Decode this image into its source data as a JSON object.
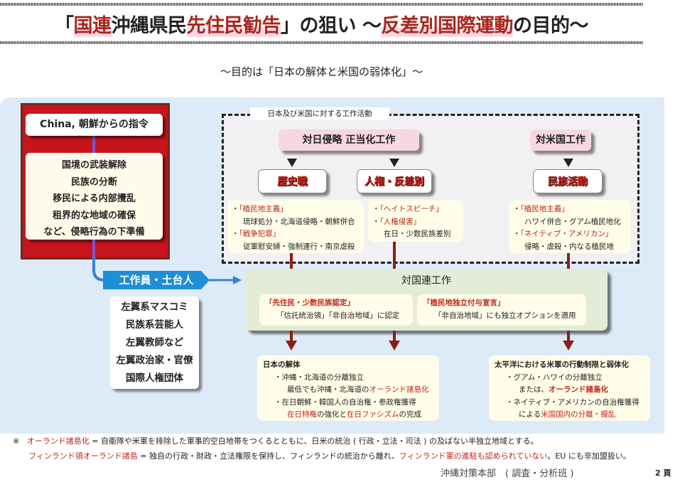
{
  "title": {
    "p1": "「",
    "p2": "国連",
    "p3": "沖縄県民",
    "p4": "先住民勧告",
    "p5": "」の狙い ～",
    "p6": "反差別国際運動",
    "p7": "の目的～"
  },
  "subtitle": "～目的は「日本の解体と米国の弱体化」～",
  "left": {
    "command": "China, 朝鮮からの指令",
    "items": [
      "国境の武装解除",
      "民族の分断",
      "移民による内部攪乱",
      "租界的な地域の確保",
      "など、侵略行為の下準備"
    ],
    "agent_label": "工作員・土台人",
    "agents": [
      "左翼系マスコミ",
      "民族系芸能人",
      "左翼教師など",
      "左翼政治家・官僚",
      "国際人権団体"
    ]
  },
  "ops": {
    "label": "日本及び米国に対する工作活動",
    "japan": "対日侵略 正当化工作",
    "us": "対米国工作",
    "cats": [
      "歴史戦",
      "人権・反差別",
      "民族活動"
    ],
    "history": {
      "k1": "「植民地主義」",
      "d1": "琉球処分・北海道侵略・朝鮮併合",
      "k2": "「戦争犯罪」",
      "d2": "従軍慰安婦・強制連行・南京虐殺"
    },
    "rights": {
      "k1": "「ヘイトスピーチ」",
      "k2": "「人権侵害」",
      "d2": "在日・少数民族差別"
    },
    "ethnic": {
      "k1": "「植民地主義」",
      "d1": "ハワイ併合・グアム植民地化",
      "k2": "「ネイティブ・アメリカン」",
      "d2": "侵略・虐殺・内なる植民地"
    }
  },
  "un": {
    "title": "対国連工作",
    "b1k": "「先住民・少数民族認定」",
    "b1d": "「信託統治領」「非自治地域」に認定",
    "b2k": "「植民地独立付与宣言」",
    "b2d": "「非自治地域」にも独立オプションを適用"
  },
  "jp_result": {
    "title": "日本の解体",
    "l1": "・沖縄・北海道の分離独立",
    "l2a": "最低でも沖縄・北海道の",
    "l2b": "オーランド諸島化",
    "l3": "・在日朝鮮・韓国人の自治権・参政権獲得",
    "l4a": "在日特権",
    "l4b": "の強化と",
    "l4c": "在日ファシズム",
    "l4d": "の完成"
  },
  "us_result": {
    "title": "太平洋における米軍の行動制限と弱体化",
    "l1": "・グアム・ハワイの分離独立",
    "l2a": "または、",
    "l2b": "オーランド諸島化",
    "l3": "・ネイティブ・アメリカンの自治権獲得",
    "l4a": "による",
    "l4b": "米国国内の分離・攪乱"
  },
  "footnote": {
    "mark": "※",
    "k1": "オーランド諸島化",
    "t1": " = 自衛隊や米軍を排除した軍事的空白地帯をつくるとともに、日米の統治 ( 行政・立法・司法 ) の及ばない半独立地域とする。",
    "k2": "フィンランド領オーランド諸島",
    "t2": " = 独自の行政・財政・立法権限を保持し、フィンランドの統治から離れ、",
    "k3": "フィンランド軍の進駐も認められていない",
    "t3": "。EU にも非加盟扱い。"
  },
  "footer": {
    "dept": "沖縄対策本部　( 調査・分析班 )",
    "page": "2 頁"
  }
}
